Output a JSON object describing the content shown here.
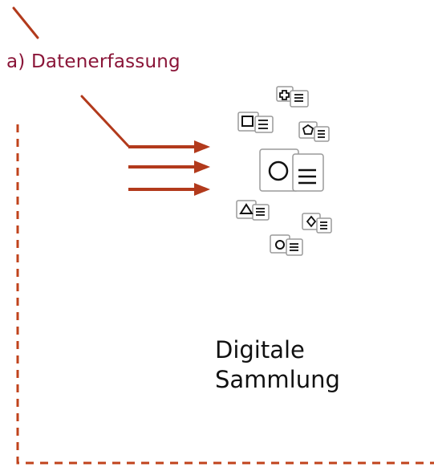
{
  "diagram": {
    "step_label": "a) Datenerfassung",
    "collection_label_line1": "Digitale",
    "collection_label_line2": "Sammlung",
    "colors": {
      "accent": "#8a1538",
      "arrow": "#b23a1c",
      "dashed_border": "#c0431c",
      "card_border": "#9a9a9a",
      "text": "#111111"
    },
    "record_icons": [
      {
        "name": "cross-shape-record",
        "shape": "cross"
      },
      {
        "name": "square-shape-record",
        "shape": "square"
      },
      {
        "name": "pentagon-shape-record",
        "shape": "pentagon"
      },
      {
        "name": "circle-shape-record-large",
        "shape": "circle"
      },
      {
        "name": "triangle-shape-record",
        "shape": "triangle"
      },
      {
        "name": "diamond-shape-record",
        "shape": "diamond"
      },
      {
        "name": "circle-shape-record-small",
        "shape": "circle"
      }
    ]
  }
}
